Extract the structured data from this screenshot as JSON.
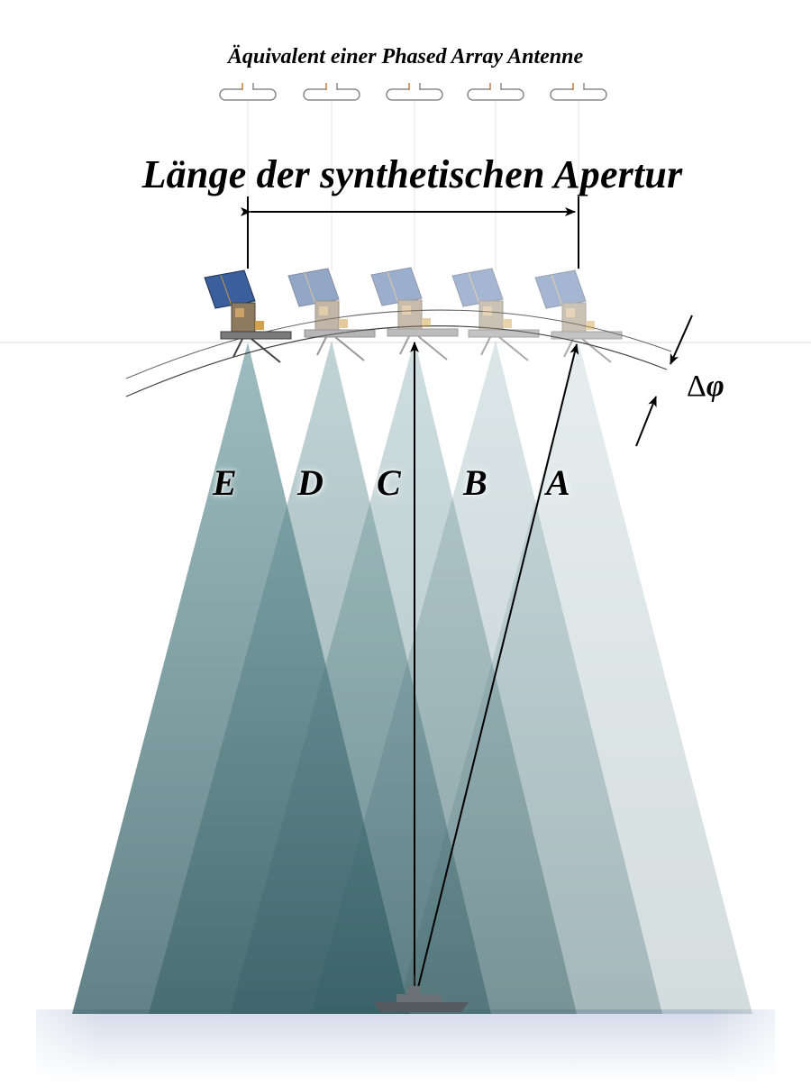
{
  "diagram": {
    "antenna_title": "Äquivalent einer Phased Array Antenne",
    "aperture_title": "Länge der synthetischen Apertur",
    "delta_symbol": "Δ",
    "phi_symbol": "φ",
    "beams": [
      {
        "id": "e",
        "label": "E"
      },
      {
        "id": "d",
        "label": "D"
      },
      {
        "id": "c",
        "label": "C"
      },
      {
        "id": "b",
        "label": "B"
      },
      {
        "id": "a",
        "label": "A"
      }
    ],
    "colors": {
      "beam": "#5f8e93",
      "ground": "#cfd6e6",
      "orbit_line": "#222222",
      "arrow": "#000000",
      "antenna_outline": "#8a8a8a",
      "antenna_feed": "#c87a3a",
      "solar_panel": "#3a5f9c",
      "satellite_body": "#8e7a5e",
      "ship": "#555a5e"
    },
    "icons": [
      "satellite-icon",
      "ship-icon",
      "antenna-element-icon"
    ]
  }
}
